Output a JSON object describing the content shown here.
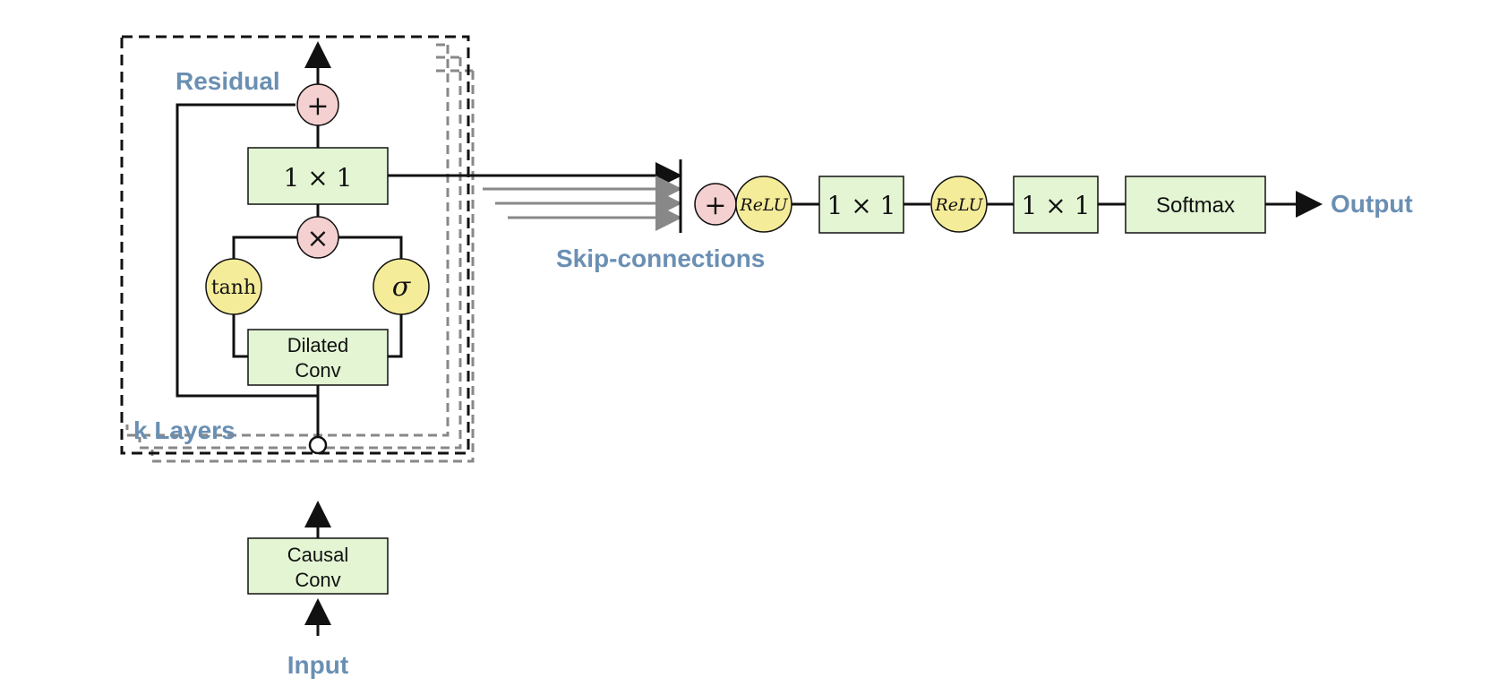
{
  "labels": {
    "residual": "Residual",
    "k_layers": "k Layers",
    "skip_connections": "Skip-connections",
    "input": "Input",
    "output": "Output"
  },
  "blocks": {
    "conv_1x1_inner": "1 × 1",
    "dilated_conv_line1": "Dilated",
    "dilated_conv_line2": "Conv",
    "causal_conv_line1": "Causal",
    "causal_conv_line2": "Conv",
    "conv_1x1_a": "1 × 1",
    "conv_1x1_b": "1 × 1",
    "softmax": "Softmax"
  },
  "ops": {
    "add_residual": "+",
    "multiply": "×",
    "tanh": "tanh",
    "sigma": "σ",
    "add_skip": "+",
    "relu_a": "ReLU",
    "relu_b": "ReLU"
  },
  "colors": {
    "label_blue": "#6a8fb3",
    "block_green": "#e3f5d3",
    "op_pink": "#f5d0d0",
    "act_yellow": "#f5ec9a"
  }
}
